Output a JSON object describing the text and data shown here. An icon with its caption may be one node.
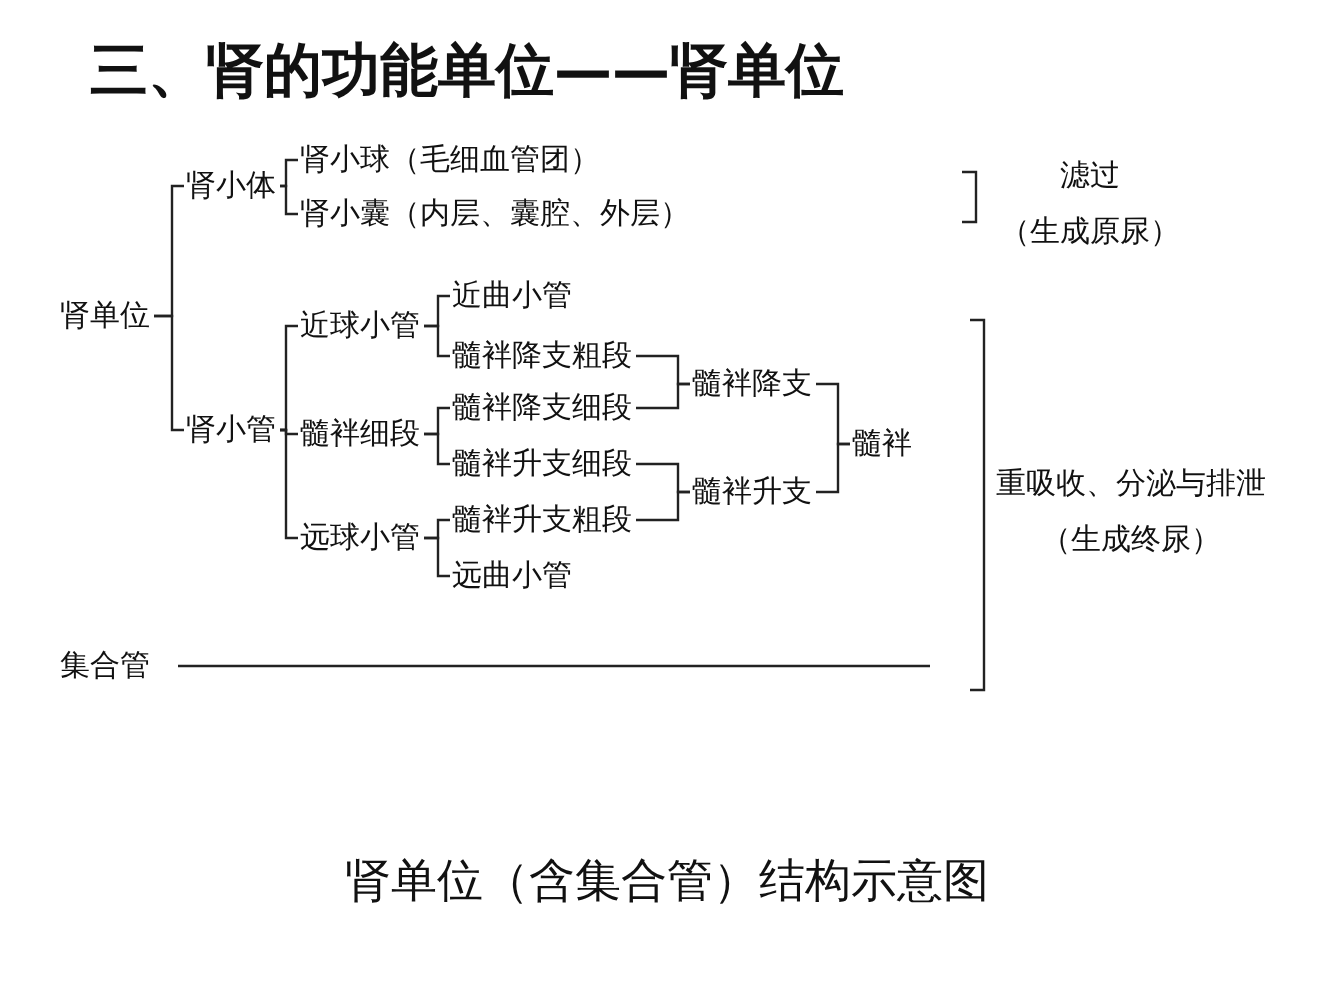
{
  "diagram": {
    "title": "三、肾的功能单位——肾单位",
    "caption": "肾单位（含集合管）结构示意图",
    "nodes": [
      {
        "text": [
          "肾单位"
        ]
      },
      {
        "text": [
          "肾小体"
        ]
      },
      {
        "text": [
          "肾小球（毛细血管团）"
        ]
      },
      {
        "text": [
          "肾小囊（内层、囊腔、外层）"
        ]
      },
      {
        "text": [
          "肾小管"
        ]
      },
      {
        "text": [
          "近球小管"
        ]
      },
      {
        "text": [
          "近曲小管"
        ]
      },
      {
        "text": [
          "髓袢降支粗段"
        ]
      },
      {
        "text": [
          "髓袢细段"
        ]
      },
      {
        "text": [
          "髓袢降支细段"
        ]
      },
      {
        "text": [
          "髓袢升支细段"
        ]
      },
      {
        "text": [
          "远球小管"
        ]
      },
      {
        "text": [
          "髓袢升支粗段"
        ]
      },
      {
        "text": [
          "远曲小管"
        ]
      },
      {
        "text": [
          "髓袢降支"
        ]
      },
      {
        "text": [
          "髓袢升支"
        ]
      },
      {
        "text": [
          "髓袢"
        ]
      },
      {
        "text": [
          "集合管"
        ]
      },
      {
        "text": [
          "滤过",
          "（生成原尿）"
        ]
      },
      {
        "text": [
          "重吸收、分泌与排泄",
          "（生成终尿）"
        ]
      }
    ],
    "edges": [
      {
        "from": 0,
        "to": 1,
        "arrow": "none"
      },
      {
        "from": 0,
        "to": 4,
        "arrow": "none"
      },
      {
        "from": 1,
        "to": 2,
        "arrow": "none"
      },
      {
        "from": 1,
        "to": 3,
        "arrow": "none"
      },
      {
        "from": 4,
        "to": 5,
        "arrow": "none"
      },
      {
        "from": 4,
        "to": 8,
        "arrow": "none"
      },
      {
        "from": 4,
        "to": 11,
        "arrow": "none"
      },
      {
        "from": 5,
        "to": 6,
        "arrow": "none"
      },
      {
        "from": 5,
        "to": 7,
        "arrow": "none"
      },
      {
        "from": 8,
        "to": 9,
        "arrow": "none"
      },
      {
        "from": 8,
        "to": 10,
        "arrow": "none"
      },
      {
        "from": 11,
        "to": 12,
        "arrow": "none"
      },
      {
        "from": 11,
        "to": 13,
        "arrow": "none"
      },
      {
        "from": 7,
        "to": 14,
        "arrow": "none"
      },
      {
        "from": 9,
        "to": 14,
        "arrow": "none"
      },
      {
        "from": 10,
        "to": 15,
        "arrow": "none"
      },
      {
        "from": 12,
        "to": 15,
        "arrow": "none"
      },
      {
        "from": 14,
        "to": 16,
        "arrow": "none"
      },
      {
        "from": 15,
        "to": 16,
        "arrow": "none"
      },
      {
        "from": 17,
        "to": null,
        "arrow": "none"
      }
    ]
  }
}
